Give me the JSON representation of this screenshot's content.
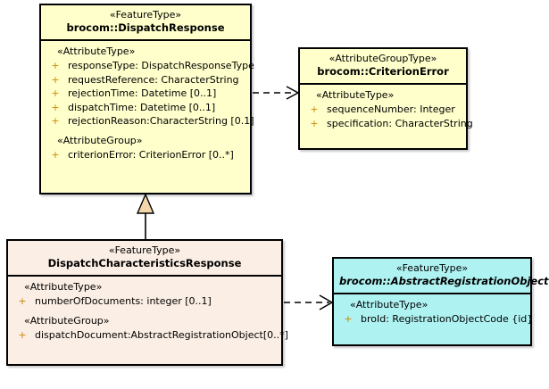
{
  "diagram": {
    "type": "uml-class-diagram",
    "background": "#ffffff",
    "classes": [
      {
        "id": "dispatch-response",
        "stereotype": "«FeatureType»",
        "name": "brocom::DispatchResponse",
        "abstract": false,
        "fill": "#ffffcc",
        "groups": [
          {
            "label": "«AttributeType»",
            "attributes": [
              {
                "visibility": "+",
                "text": "responseType: DispatchResponseType"
              },
              {
                "visibility": "+",
                "text": "requestReference: CharacterString"
              },
              {
                "visibility": "+",
                "text": "rejectionTime: Datetime [0..1]"
              },
              {
                "visibility": "+",
                "text": "dispatchTime: Datetime [0..1]"
              },
              {
                "visibility": "+",
                "text": "rejectionReason:CharacterString [0.1]"
              }
            ]
          },
          {
            "label": "«AttributeGroup»",
            "attributes": [
              {
                "visibility": "+",
                "text": "criterionError: CriterionError [0..*]"
              }
            ]
          }
        ]
      },
      {
        "id": "criterion-error",
        "stereotype": "«AttributeGroupType»",
        "name": "brocom::CriterionError",
        "abstract": false,
        "fill": "#ffffcc",
        "groups": [
          {
            "label": "«AttributeType»",
            "attributes": [
              {
                "visibility": "+",
                "text": "sequenceNumber: Integer"
              },
              {
                "visibility": "+",
                "text": "specification: CharacterString"
              }
            ]
          }
        ]
      },
      {
        "id": "dispatch-characteristics-response",
        "stereotype": "«FeatureType»",
        "name": "DispatchCharacteristicsResponse",
        "abstract": false,
        "fill": "#fbeee4",
        "groups": [
          {
            "label": "«AttributeType»",
            "attributes": [
              {
                "visibility": "+",
                "text": "numberOfDocuments: integer [0..1]"
              }
            ]
          },
          {
            "label": "«AttributeGroup»",
            "attributes": [
              {
                "visibility": "+",
                "text": "dispatchDocument:AbstractRegistrationObject[0..*]"
              }
            ]
          }
        ]
      },
      {
        "id": "abstract-registration-object",
        "stereotype": "«FeatureType»",
        "name": "brocom::AbstractRegistrationObject",
        "abstract": true,
        "fill": "#aff2f2",
        "groups": [
          {
            "label": "«AttributeType»",
            "attributes": [
              {
                "visibility": "+",
                "text": "broId: RegistrationObjectCode {id}"
              }
            ]
          }
        ]
      }
    ],
    "connectors": [
      {
        "id": "generalization",
        "kind": "generalization",
        "from": "dispatch-characteristics-response",
        "to": "dispatch-response",
        "style": "solid",
        "arrowhead": "closed-triangle",
        "arrowFill": "#f5d6ab"
      },
      {
        "id": "dependency-criterion-error",
        "kind": "dependency",
        "from": "dispatch-response",
        "to": "criterion-error",
        "style": "dashed",
        "arrowhead": "open"
      },
      {
        "id": "dependency-registration-object",
        "kind": "dependency",
        "from": "dispatch-characteristics-response",
        "to": "abstract-registration-object",
        "style": "dashed",
        "arrowhead": "open"
      }
    ]
  }
}
